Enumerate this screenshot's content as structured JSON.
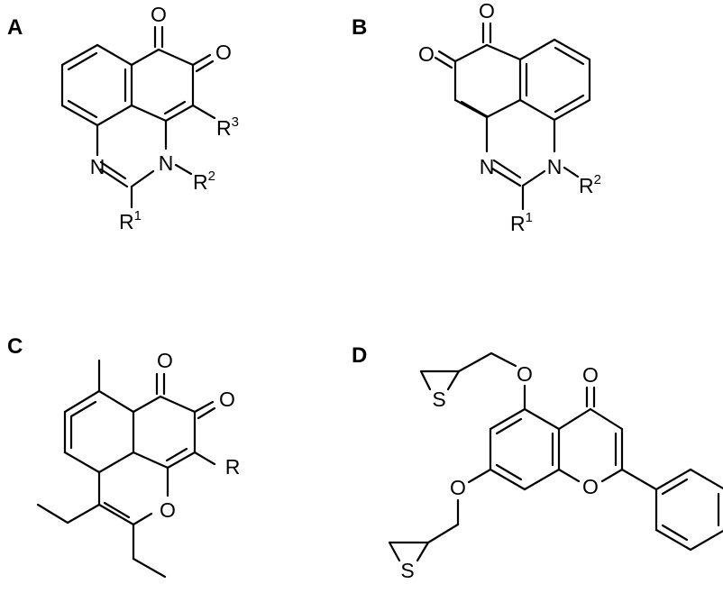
{
  "figure": {
    "panels": [
      {
        "label": "A",
        "atoms": {
          "o1": "O",
          "o2": "O",
          "n1": "N",
          "n2": "N"
        },
        "substituents": [
          {
            "base": "R",
            "sup": "1"
          },
          {
            "base": "R",
            "sup": "2"
          },
          {
            "base": "R",
            "sup": "3"
          }
        ]
      },
      {
        "label": "B",
        "atoms": {
          "o1": "O",
          "o2": "O",
          "n1": "N",
          "n2": "N"
        },
        "substituents": [
          {
            "base": "R",
            "sup": "1"
          },
          {
            "base": "R",
            "sup": "2"
          }
        ]
      },
      {
        "label": "C",
        "atoms": {
          "o1": "O",
          "o2": "O",
          "o3": "O"
        },
        "substituents": [
          {
            "base": "R"
          }
        ]
      },
      {
        "label": "D",
        "atoms": {
          "o1": "O",
          "o2": "O",
          "o3": "O",
          "o4": "O",
          "s1": "S",
          "s2": "S"
        }
      }
    ]
  }
}
